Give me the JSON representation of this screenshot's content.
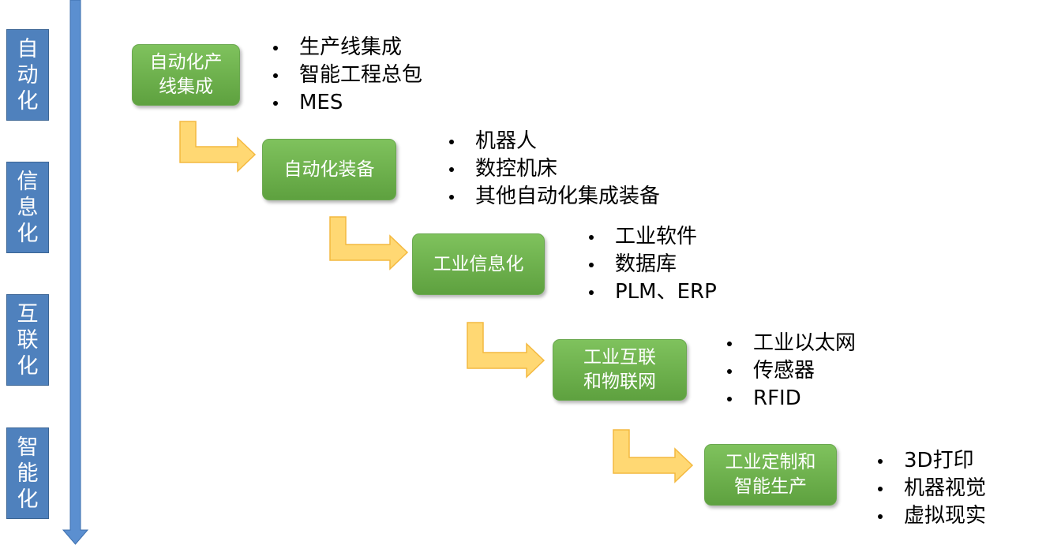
{
  "colors": {
    "timeline": "#5b8fd0",
    "stage_label_bg": "#4f81bd",
    "step_box": "#6aae48",
    "connector_arrow": "#ffd873",
    "connector_arrow_border": "#f4b940"
  },
  "stages": [
    {
      "label": "自动化"
    },
    {
      "label": "信息化"
    },
    {
      "label": "互联化"
    },
    {
      "label": "智能化"
    }
  ],
  "steps": [
    {
      "label": "自动化产线集成",
      "bullets": [
        "生产线集成",
        "智能工程总包",
        "MES"
      ]
    },
    {
      "label": "自动化装备",
      "bullets": [
        "机器人",
        "数控机床",
        "其他自动化集成装备"
      ]
    },
    {
      "label": "工业信息化",
      "bullets": [
        "工业软件",
        "数据库",
        "PLM、ERP"
      ]
    },
    {
      "label": "工业互联和物联网",
      "bullets": [
        "工业以太网",
        "传感器",
        "RFID"
      ]
    },
    {
      "label": "工业定制和智能生产",
      "bullets": [
        "3D打印",
        "机器视觉",
        "虚拟现实"
      ]
    }
  ]
}
